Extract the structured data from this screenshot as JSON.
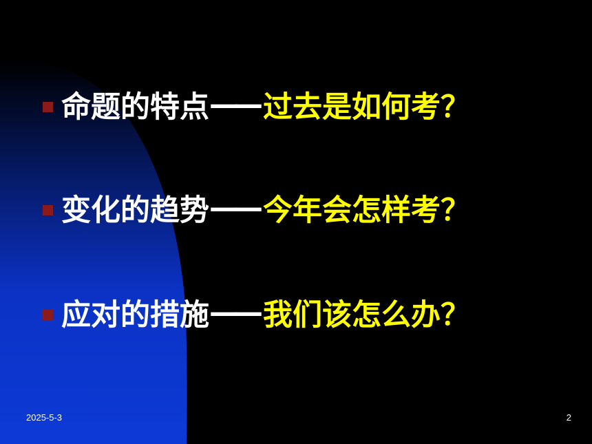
{
  "slide": {
    "background_color": "#000000",
    "accent_shape_color": "#0b32c4",
    "bullet_marker_color": "#8b1a1a",
    "topic_text_color": "#ffffff",
    "question_text_color": "#ffff00"
  },
  "bullets": [
    {
      "topic": "命题的特点",
      "dash": "——",
      "question": "过去是如何考？"
    },
    {
      "topic": "变化的趋势",
      "dash": "——",
      "question": "今年会怎样考？"
    },
    {
      "topic": "应对的措施",
      "dash": "——",
      "question": "我们该怎么办？"
    }
  ],
  "footer": {
    "date": "2025-5-3",
    "page_number": "2"
  }
}
